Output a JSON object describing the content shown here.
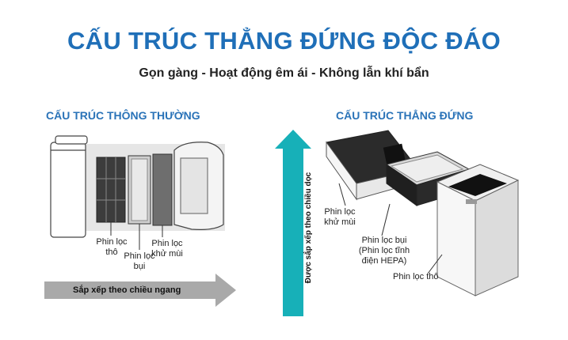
{
  "title": "CẤU TRÚC THẲNG ĐỨNG ĐỘC ĐÁO",
  "subtitle": "Gọn gàng - Hoạt động êm ái - Không lẫn khí bẩn",
  "left_section": {
    "heading": "CẤU TRÚC THÔNG THƯỜNG",
    "labels": {
      "coarse": "Phin lọc thô",
      "dust": "Phin lọc bụi",
      "odor": "Phin lọc khử mùi"
    },
    "arrow_text": "Sắp xếp theo chiều ngang"
  },
  "center_arrow_text": "Được sắp xếp theo chiều dọc",
  "right_section": {
    "heading": "CẤU TRÚC THẲNG ĐỨNG",
    "labels": {
      "odor": "Phin lọc khử mùi",
      "dust": "Phin lọc bụi (Phin lọc tĩnh điện HEPA)",
      "coarse": "Phin lọc thô"
    }
  },
  "colors": {
    "title_blue": "#1f6fb8",
    "teal_arrow": "#17b0b8",
    "gray_arrow": "#a9a9a9"
  }
}
